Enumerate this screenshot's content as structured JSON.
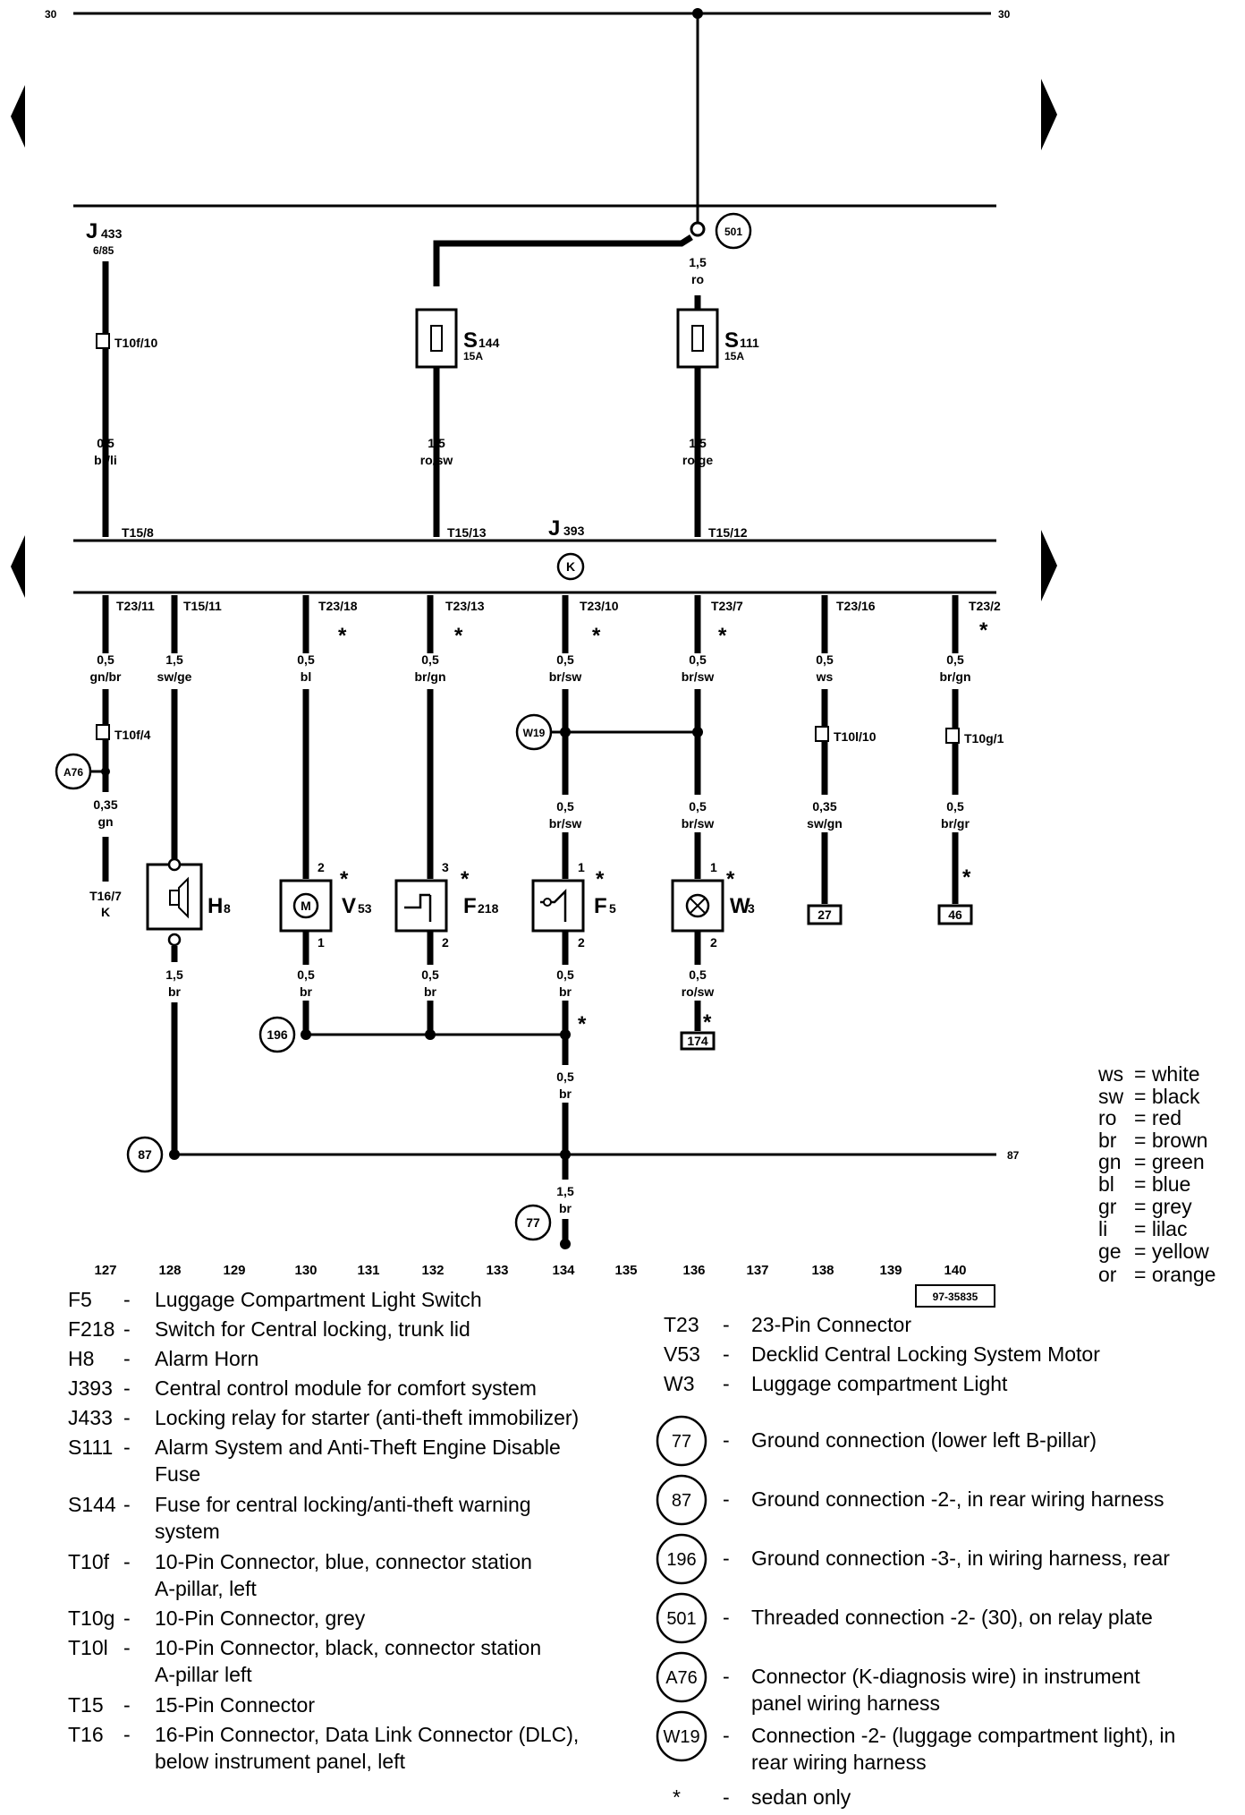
{
  "bus": {
    "top_left": "30",
    "top_right": "30",
    "ground": "87"
  },
  "j433": {
    "name": "J",
    "sub": "433",
    "pin": "6/85"
  },
  "j393": {
    "name": "J",
    "sub": "393",
    "k_symbol": "K"
  },
  "fuses": [
    {
      "name": "S",
      "sub": "144",
      "rating": "15A"
    },
    {
      "name": "S",
      "sub": "111",
      "rating": "15A"
    }
  ],
  "connector_501": "501",
  "wires_upper": [
    {
      "size": "0,5",
      "color": "br/li"
    },
    {
      "size": "1,5",
      "color": "ro/sw"
    },
    {
      "size": "1,5",
      "color": "ro/ge"
    },
    {
      "size": "1,5",
      "color": "ro"
    }
  ],
  "upper_pins": [
    "T15/8",
    "T15/13",
    "T15/12"
  ],
  "t10f10": "T10f/10",
  "lower_pins": [
    "T23/11",
    "T15/11",
    "T23/18",
    "T23/13",
    "T23/10",
    "T23/7",
    "T23/16",
    "T23/2"
  ],
  "wires_lower": [
    {
      "size": "0,5",
      "color": "gn/br"
    },
    {
      "size": "1,5",
      "color": "sw/ge"
    },
    {
      "size": "0,5",
      "color": "bl"
    },
    {
      "size": "0,5",
      "color": "br/gn"
    },
    {
      "size": "0,5",
      "color": "br/sw"
    },
    {
      "size": "0,5",
      "color": "br/sw"
    },
    {
      "size": "0,5",
      "color": "ws"
    },
    {
      "size": "0,5",
      "color": "br/gn"
    }
  ],
  "mid_connectors": [
    "T10f/4",
    "T10l/10",
    "T10g/1"
  ],
  "a76": "A76",
  "w19": "W19",
  "wires_mid": [
    {
      "size": "0,35",
      "color": "gn"
    },
    {
      "size": "0,5",
      "color": "br/sw"
    },
    {
      "size": "0,5",
      "color": "br/sw"
    },
    {
      "size": "0,35",
      "color": "sw/gn"
    },
    {
      "size": "0,5",
      "color": "br/gr"
    }
  ],
  "t16": {
    "pin": "T16/7",
    "k": "K"
  },
  "components": [
    {
      "name": "H",
      "sub": "8"
    },
    {
      "name": "V",
      "sub": "53"
    },
    {
      "name": "F",
      "sub": "218"
    },
    {
      "name": "F",
      "sub": "5"
    },
    {
      "name": "W",
      "sub": "3"
    }
  ],
  "pin_numbers": [
    "2",
    "1",
    "3",
    "2",
    "1",
    "2",
    "1",
    "2"
  ],
  "refs": [
    "27",
    "46",
    "174"
  ],
  "wires_bottom": [
    {
      "size": "1,5",
      "color": "br"
    },
    {
      "size": "0,5",
      "color": "br"
    },
    {
      "size": "0,5",
      "color": "br"
    },
    {
      "size": "0,5",
      "color": "br"
    },
    {
      "size": "0,5",
      "color": "ro/sw"
    },
    {
      "size": "0,5",
      "color": "br"
    },
    {
      "size": "1,5",
      "color": "br"
    }
  ],
  "grounds": [
    "196",
    "87",
    "77"
  ],
  "asterisk": "*",
  "columns": [
    "127",
    "128",
    "129",
    "130",
    "131",
    "132",
    "133",
    "134",
    "135",
    "136",
    "137",
    "138",
    "139",
    "140"
  ],
  "drawing_id": "97-35835",
  "color_key": [
    {
      "code": "ws",
      "name": "= white"
    },
    {
      "code": "sw",
      "name": "= black"
    },
    {
      "code": "ro",
      "name": "= red"
    },
    {
      "code": "br",
      "name": "= brown"
    },
    {
      "code": "gn",
      "name": "= green"
    },
    {
      "code": "bl",
      "name": "= blue"
    },
    {
      "code": "gr",
      "name": "= grey"
    },
    {
      "code": "li",
      "name": "= lilac"
    },
    {
      "code": "ge",
      "name": "= yellow"
    },
    {
      "code": "or",
      "name": "= orange"
    }
  ],
  "legend_left": [
    {
      "code": "F5",
      "desc": [
        "Luggage Compartment Light Switch"
      ]
    },
    {
      "code": "F218",
      "desc": [
        "Switch for Central locking, trunk lid"
      ]
    },
    {
      "code": "H8",
      "desc": [
        "Alarm Horn"
      ]
    },
    {
      "code": "J393",
      "desc": [
        "Central control module for comfort system"
      ]
    },
    {
      "code": "J433",
      "desc": [
        "Locking relay for starter (anti-theft immobilizer)"
      ]
    },
    {
      "code": "S111",
      "desc": [
        "Alarm System and Anti-Theft Engine Disable",
        "Fuse"
      ]
    },
    {
      "code": "S144",
      "desc": [
        "Fuse for central locking/anti-theft warning",
        "system"
      ]
    },
    {
      "code": "T10f",
      "desc": [
        "10-Pin Connector, blue, connector station",
        "A-pillar, left"
      ]
    },
    {
      "code": "T10g",
      "desc": [
        "10-Pin Connector, grey"
      ]
    },
    {
      "code": "T10l",
      "desc": [
        "10-Pin Connector, black, connector station",
        "A-pillar left"
      ]
    },
    {
      "code": "T15",
      "desc": [
        "15-Pin Connector"
      ]
    },
    {
      "code": "T16",
      "desc": [
        "16-Pin Connector, Data Link Connector (DLC),",
        "below instrument panel, left"
      ]
    }
  ],
  "legend_right": [
    {
      "code": "T23",
      "desc": [
        "23-Pin Connector"
      ]
    },
    {
      "code": "V53",
      "desc": [
        "Decklid Central Locking System Motor"
      ]
    },
    {
      "code": "W3",
      "desc": [
        "Luggage compartment Light"
      ]
    }
  ],
  "legend_grounds": [
    {
      "code": "77",
      "desc": [
        "Ground connection (lower left B-pillar)"
      ]
    },
    {
      "code": "87",
      "desc": [
        "Ground connection -2-, in rear wiring harness"
      ]
    },
    {
      "code": "196",
      "desc": [
        "Ground connection -3-, in wiring harness, rear"
      ]
    },
    {
      "code": "501",
      "desc": [
        "Threaded connection -2- (30), on relay plate"
      ]
    },
    {
      "code": "A76",
      "desc": [
        "Connector (K-diagnosis wire) in instrument",
        "panel wiring harness"
      ]
    },
    {
      "code": "W19",
      "desc": [
        "Connection -2- (luggage compartment light), in",
        "rear wiring harness"
      ]
    }
  ],
  "legend_note": {
    "code": "*",
    "desc": "sedan only"
  },
  "dash": "-"
}
